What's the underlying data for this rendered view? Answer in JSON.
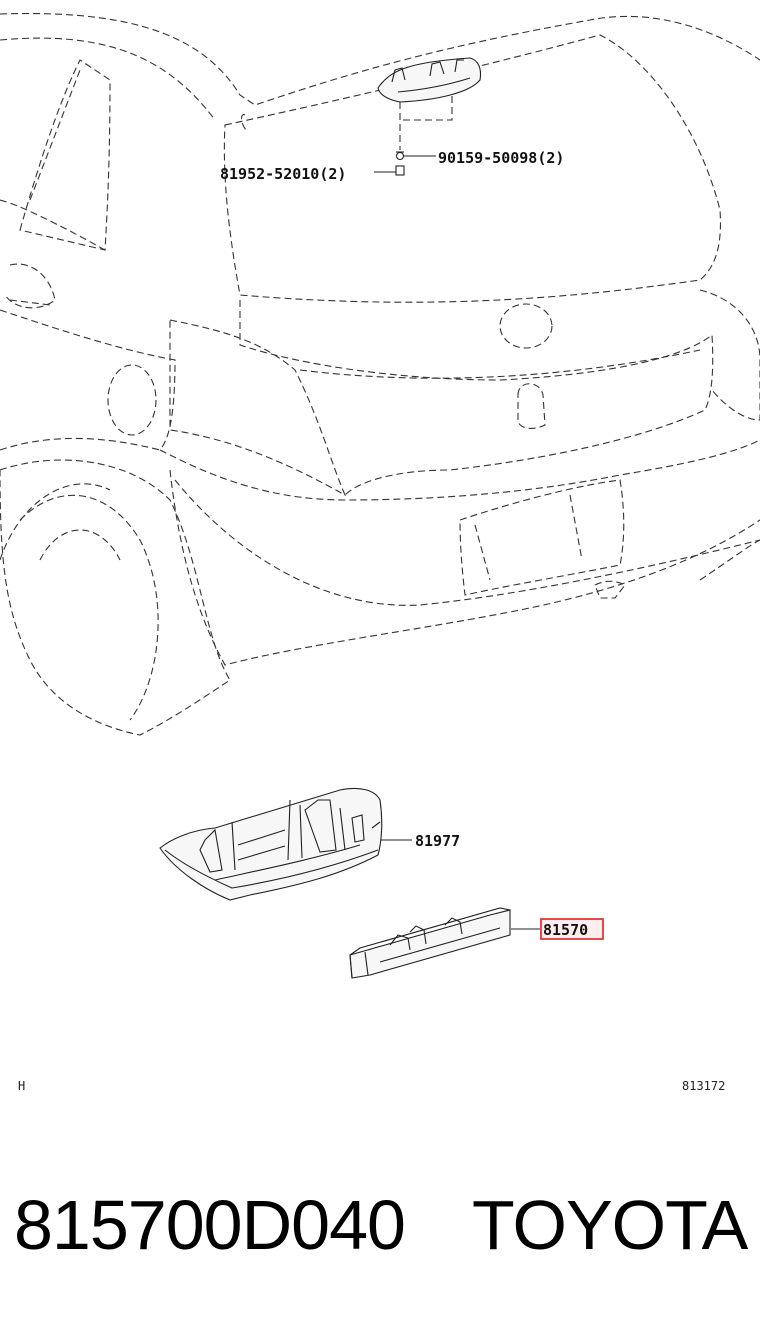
{
  "diagram": {
    "labels": {
      "screw": "90159-50098(2)",
      "clip": "81952-52010(2)",
      "cover": "81977",
      "lamp": "81570"
    },
    "corner_left": "H",
    "corner_right": "813172",
    "highlight_color": "#e02020"
  },
  "footer": {
    "part_number": "815700D040",
    "brand": "TOYOTA"
  }
}
